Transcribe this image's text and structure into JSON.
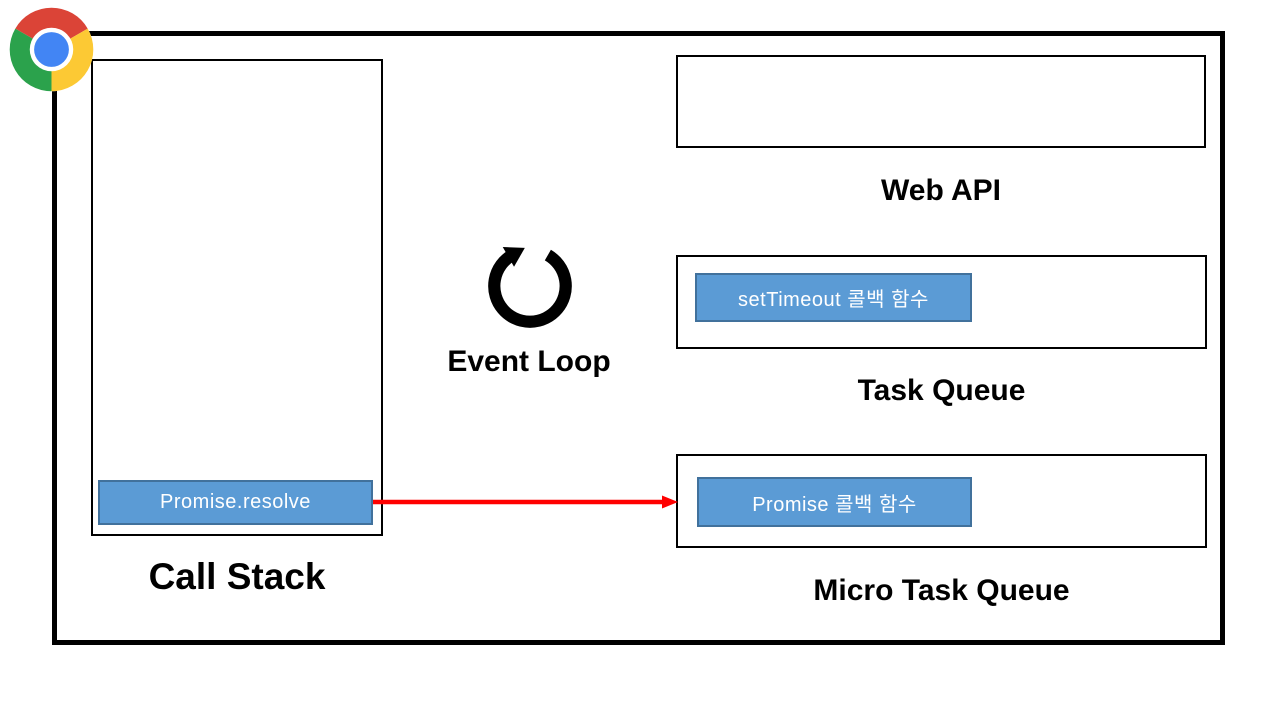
{
  "diagram": {
    "call_stack": {
      "label": "Call Stack",
      "frames": [
        {
          "label": "Promise.resolve"
        }
      ]
    },
    "event_loop": {
      "label": "Event Loop"
    },
    "web_api": {
      "label": "Web API",
      "items": []
    },
    "task_queue": {
      "label": "Task Queue",
      "items": [
        {
          "label": "setTimeout 콜백 함수"
        }
      ]
    },
    "micro_task_queue": {
      "label": "Micro Task Queue",
      "items": [
        {
          "label": "Promise 콜백 함수"
        }
      ]
    },
    "icons": {
      "browser": "chrome-logo",
      "loop": "circular-arrow"
    },
    "colors": {
      "item_fill": "#5B9BD5",
      "item_border": "#41719C",
      "arrow": "#FF0000",
      "outline": "#000000",
      "chrome_red": "#DB4437",
      "chrome_yellow": "#FCC934",
      "chrome_green": "#2BA24C",
      "chrome_blue": "#4285F4"
    }
  }
}
